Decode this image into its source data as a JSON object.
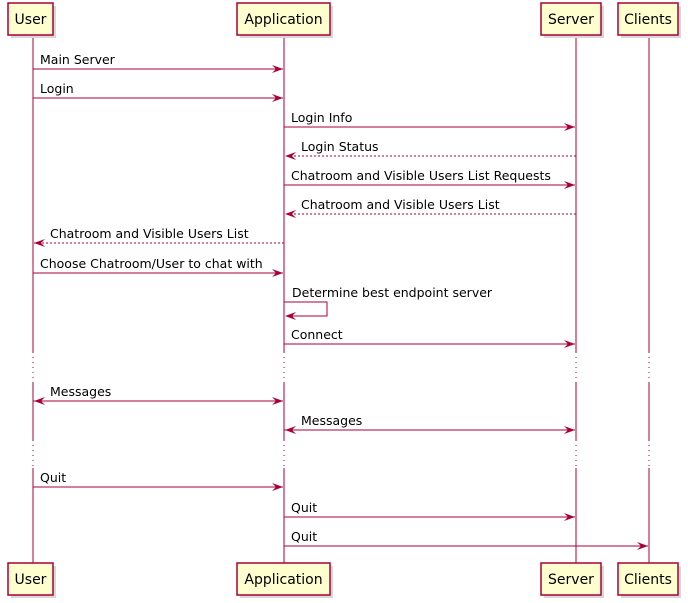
{
  "diagram": {
    "type": "sequence",
    "colors": {
      "line": "#a80036",
      "participant_fill": "#fefece",
      "participant_border": "#a80036",
      "text": "#000000"
    },
    "participants": [
      {
        "id": "user",
        "label": "User"
      },
      {
        "id": "application",
        "label": "Application"
      },
      {
        "id": "server",
        "label": "Server"
      },
      {
        "id": "clients",
        "label": "Clients"
      }
    ],
    "events": [
      {
        "kind": "message",
        "from": "user",
        "to": "application",
        "label": "Main Server",
        "style": "solid"
      },
      {
        "kind": "message",
        "from": "user",
        "to": "application",
        "label": "Login",
        "style": "solid"
      },
      {
        "kind": "message",
        "from": "application",
        "to": "server",
        "label": "Login Info",
        "style": "solid"
      },
      {
        "kind": "message",
        "from": "server",
        "to": "application",
        "label": "Login Status",
        "style": "dashed"
      },
      {
        "kind": "message",
        "from": "application",
        "to": "server",
        "label": "Chatroom and Visible Users List Requests",
        "style": "solid"
      },
      {
        "kind": "message",
        "from": "server",
        "to": "application",
        "label": "Chatroom and Visible Users List",
        "style": "dashed"
      },
      {
        "kind": "message",
        "from": "application",
        "to": "user",
        "label": "Chatroom and Visible Users List",
        "style": "dashed"
      },
      {
        "kind": "message",
        "from": "user",
        "to": "application",
        "label": "Choose Chatroom/User to chat with",
        "style": "solid"
      },
      {
        "kind": "self",
        "from": "application",
        "to": "application",
        "label": "Determine best endpoint server",
        "style": "solid"
      },
      {
        "kind": "message",
        "from": "application",
        "to": "server",
        "label": "Connect",
        "style": "solid"
      },
      {
        "kind": "gap"
      },
      {
        "kind": "message",
        "from": "user",
        "to": "application",
        "label": "Messages",
        "style": "solid",
        "bidirectional": true
      },
      {
        "kind": "message",
        "from": "application",
        "to": "server",
        "label": "Messages",
        "style": "solid",
        "bidirectional": true
      },
      {
        "kind": "gap"
      },
      {
        "kind": "message",
        "from": "user",
        "to": "application",
        "label": "Quit",
        "style": "solid"
      },
      {
        "kind": "message",
        "from": "application",
        "to": "server",
        "label": "Quit",
        "style": "solid"
      },
      {
        "kind": "message",
        "from": "application",
        "to": "clients",
        "label": "Quit",
        "style": "solid"
      }
    ]
  }
}
